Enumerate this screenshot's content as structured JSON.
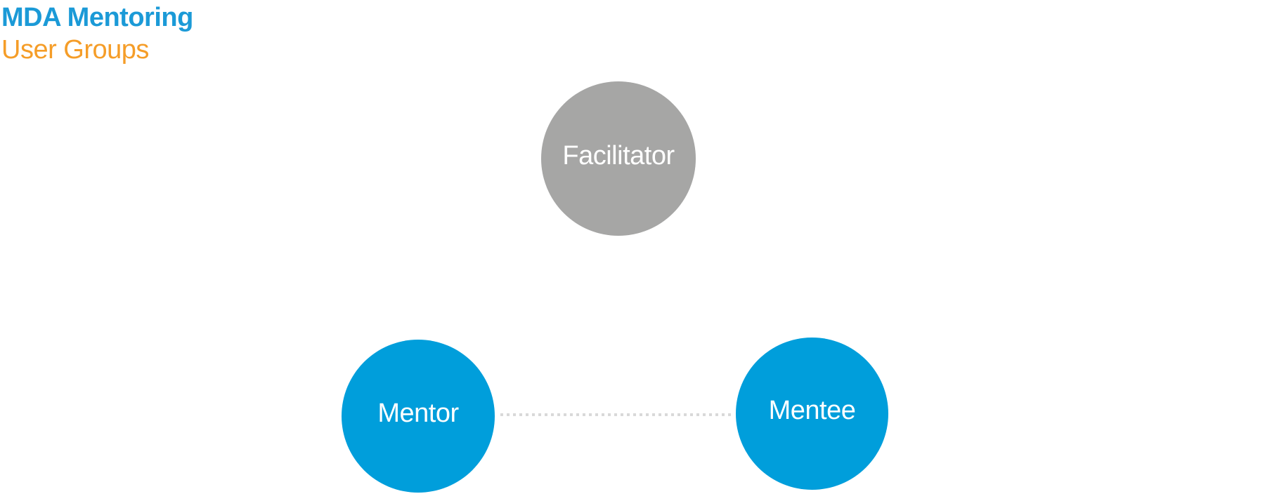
{
  "page": {
    "background_color": "#ffffff"
  },
  "header": {
    "title": "MDA Mentoring",
    "subtitle": "User Groups",
    "title_color": "#1b9ad7",
    "subtitle_color": "#f59d28"
  },
  "diagram": {
    "nodes": [
      {
        "id": "facilitator",
        "label": "Facilitator",
        "shape": "circle",
        "fill_color": "#a6a6a5",
        "text_color": "#ffffff"
      },
      {
        "id": "mentor",
        "label": "Mentor",
        "shape": "circle",
        "fill_color": "#009edb",
        "text_color": "#ffffff"
      },
      {
        "id": "mentee",
        "label": "Mentee",
        "shape": "circle",
        "fill_color": "#009edb",
        "text_color": "#ffffff"
      }
    ],
    "connector": {
      "from": "mentor",
      "to": "mentee",
      "style": "dotted",
      "color": "#d9d9d9"
    }
  }
}
